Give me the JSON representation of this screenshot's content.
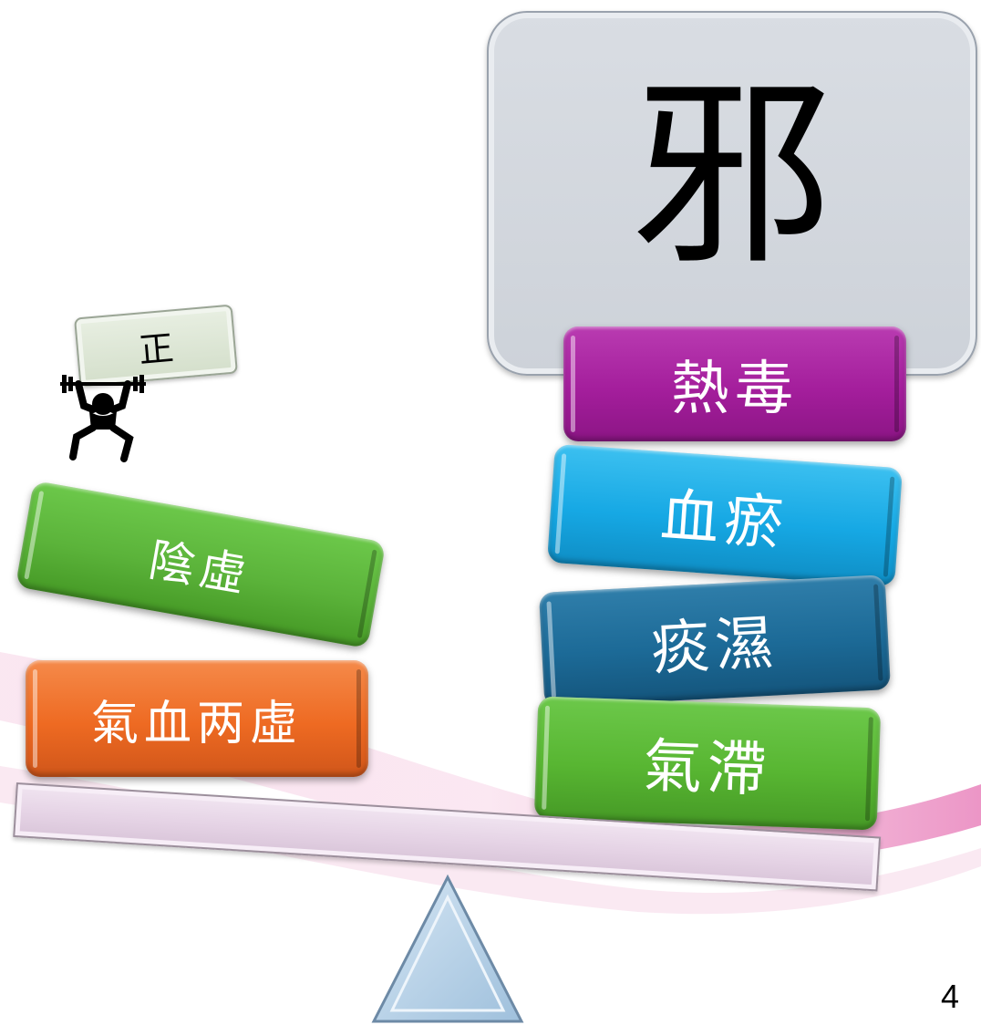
{
  "evil": {
    "label": "邪"
  },
  "zheng": {
    "label": "正"
  },
  "left_blocks": [
    {
      "label": "陰虛",
      "color": "#5bb33a"
    },
    {
      "label": "氣血两虛",
      "color": "#ee6a22"
    }
  ],
  "right_blocks": [
    {
      "label": "熱毒",
      "color": "#a41e9c"
    },
    {
      "label": "血瘀",
      "color": "#16a8e4"
    },
    {
      "label": "痰濕",
      "color": "#1c6a97"
    },
    {
      "label": "氣滯",
      "color": "#58b632"
    }
  ],
  "page_number": "4"
}
